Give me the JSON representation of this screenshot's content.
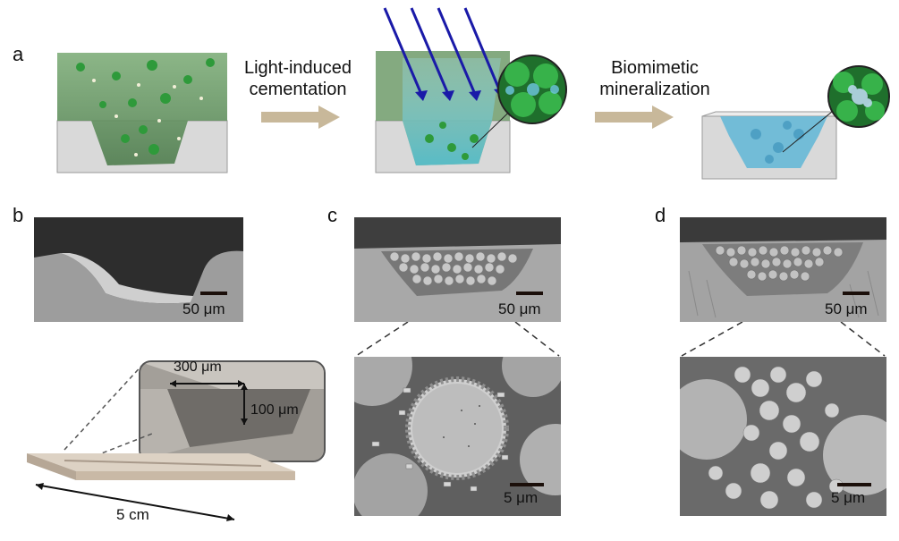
{
  "panels": {
    "a": {
      "letter": "a",
      "step1": "Light-induced cementation",
      "step2": "Biomimetic mineralization"
    },
    "b": {
      "letter": "b",
      "sem_scale": "50 μm",
      "dim_width": "300 μm",
      "dim_depth": "100 μm",
      "dim_length": "5 cm"
    },
    "c": {
      "letter": "c",
      "top_scale": "50 μm",
      "bottom_scale": "5 μm"
    },
    "d": {
      "letter": "d",
      "top_scale": "50 μm",
      "bottom_scale": "5 μm"
    }
  },
  "colors": {
    "arrow_tan": "#c8b89a",
    "light_ray": "#1a1aa8",
    "bead_green": "#2e9a3a",
    "gel_green": "#5e8f5a",
    "cement_blue": "#5fb6d6",
    "block_gray": "#d9d9d9",
    "device_tan": "#c9b9a6"
  }
}
